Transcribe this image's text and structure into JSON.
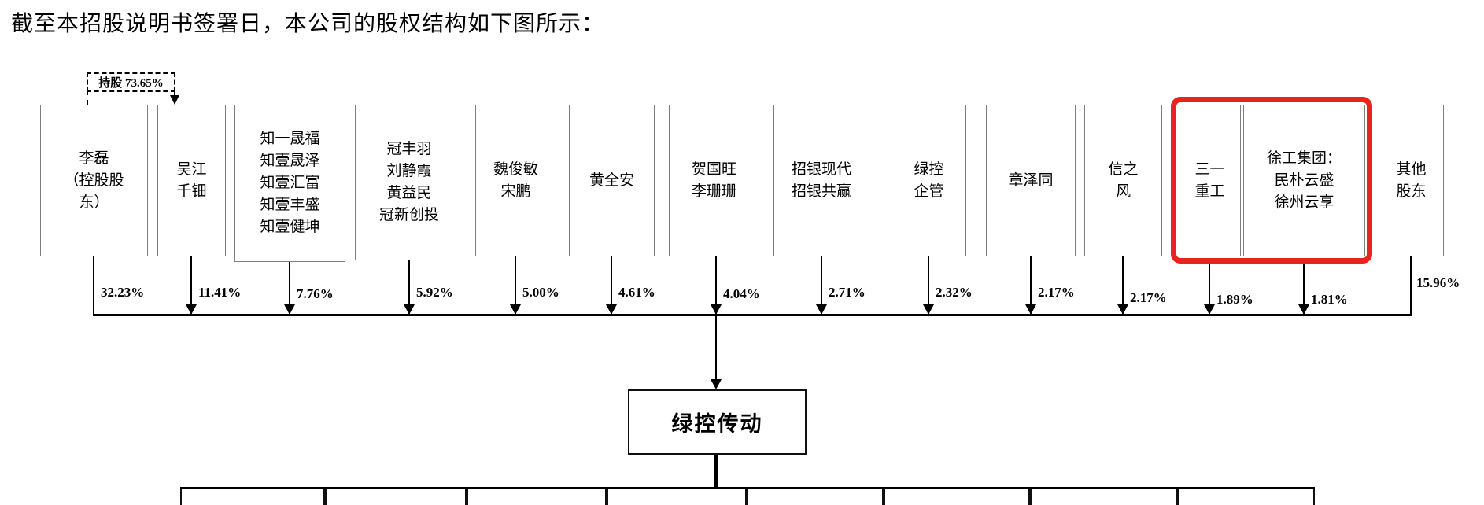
{
  "title": "截至本招股说明书签署日，本公司的股权结构如下图所示：",
  "callout": {
    "label": "持股 73.65%"
  },
  "company": {
    "name": "绿控传动"
  },
  "colors": {
    "highlight_red": "#e8251a",
    "line_black": "#000000",
    "box_border_gray": "#7e7e7e"
  },
  "shareholders": [
    {
      "name": "李磊\n（控股股\n东）",
      "percent": "32.23%",
      "highlighted": false
    },
    {
      "name": "吴江\n千钿",
      "percent": "11.41%",
      "highlighted": false
    },
    {
      "name": "知一晟福\n知壹晟泽\n知壹汇富\n知壹丰盛\n知壹健坤",
      "percent": "7.76%",
      "highlighted": false
    },
    {
      "name": "冠丰羽\n刘静霞\n黄益民\n冠新创投",
      "percent": "5.92%",
      "highlighted": false
    },
    {
      "name": "魏俊敏\n宋鹏",
      "percent": "5.00%",
      "highlighted": false
    },
    {
      "name": "黄全安",
      "percent": "4.61%",
      "highlighted": false
    },
    {
      "name": "贺国旺\n李珊珊",
      "percent": "4.04%",
      "highlighted": false
    },
    {
      "name": "招银现代\n招银共赢",
      "percent": "2.71%",
      "highlighted": false
    },
    {
      "name": "绿控\n企管",
      "percent": "2.32%",
      "highlighted": false
    },
    {
      "name": "章泽同",
      "percent": "2.17%",
      "highlighted": false
    },
    {
      "name": "信之\n风",
      "percent": "2.17%",
      "highlighted": false
    },
    {
      "name": "三一\n重工",
      "percent": "1.89%",
      "highlighted": true
    },
    {
      "name": "徐工集团：\n民朴云盛\n徐州云享",
      "percent": "1.81%",
      "highlighted": true
    },
    {
      "name": "其他\n股东",
      "percent": "15.96%",
      "highlighted": false
    }
  ],
  "bottom_row": {
    "visible_box_count": 8,
    "labels_visible": false
  }
}
